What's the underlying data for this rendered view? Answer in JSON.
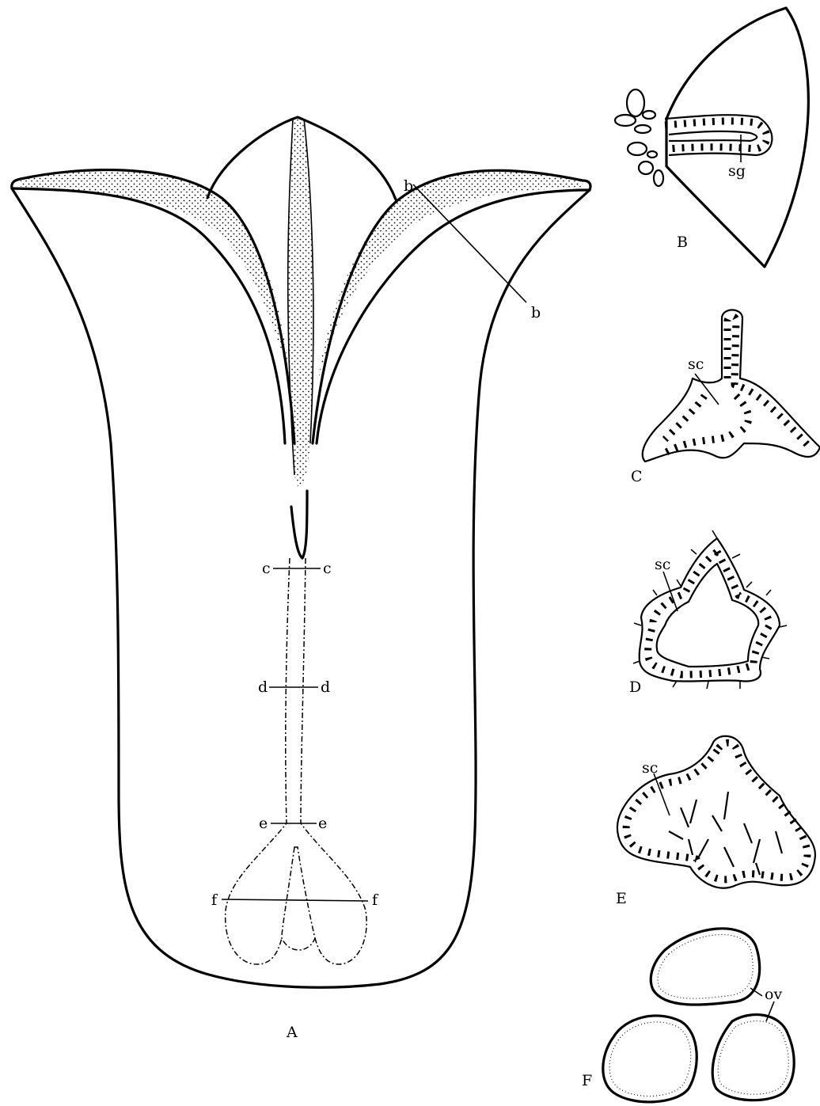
{
  "panels": {
    "A": "A",
    "B": "B",
    "C": "C",
    "D": "D",
    "E": "E",
    "F": "F"
  },
  "section_labels": {
    "b": "b",
    "c": "c",
    "d": "d",
    "e": "e",
    "f": "f"
  },
  "annotations": {
    "sg": "sg",
    "sc": "sc",
    "ov": "ov"
  }
}
